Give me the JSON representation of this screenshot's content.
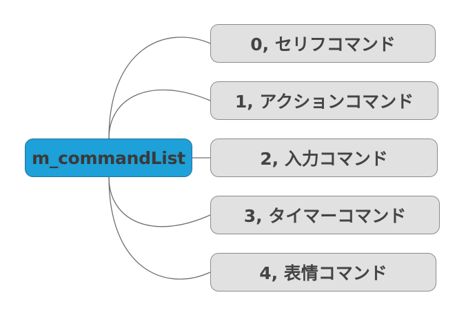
{
  "diagram": {
    "root": {
      "label": "m_commandList"
    },
    "children": [
      {
        "label": "0, セリフコマンド"
      },
      {
        "label": "1, アクションコマンド"
      },
      {
        "label": "2, 入力コマンド"
      },
      {
        "label": "3, タイマーコマンド"
      },
      {
        "label": "4, 表情コマンド"
      }
    ],
    "colors": {
      "root_fill": "#1ea0d8",
      "root_border": "#2a6f93",
      "child_fill": "#e1e1e1",
      "child_border": "#8a8a8a",
      "connector": "#6e6e6e",
      "text": "#444444"
    }
  }
}
